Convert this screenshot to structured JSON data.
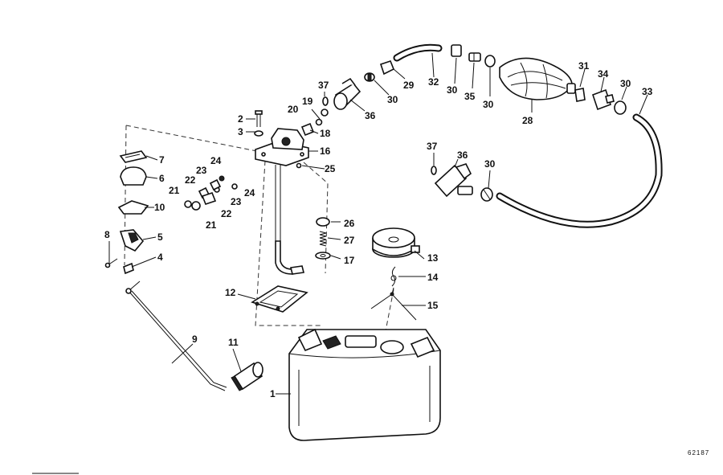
{
  "diagram": {
    "reference_number": "62187",
    "labels": {
      "l1": "1",
      "l2": "2",
      "l3": "3",
      "l4": "4",
      "l5": "5",
      "l6": "6",
      "l7": "7",
      "l8": "8",
      "l9": "9",
      "l10": "10",
      "l11": "11",
      "l12": "12",
      "l13": "13",
      "l14": "14",
      "l15": "15",
      "l16": "16",
      "l17": "17",
      "l18": "18",
      "l19": "19",
      "l20": "20",
      "l21a": "21",
      "l21b": "21",
      "l22a": "22",
      "l22b": "22",
      "l23a": "23",
      "l23b": "23",
      "l24a": "24",
      "l24b": "24",
      "l25": "25",
      "l26": "26",
      "l27": "27",
      "l28": "28",
      "l29": "29",
      "l30a": "30",
      "l30b": "30",
      "l30c": "30",
      "l30d": "30",
      "l30e": "30",
      "l31": "31",
      "l32": "32",
      "l33": "33",
      "l34": "34",
      "l35": "35",
      "l36a": "36",
      "l36b": "36",
      "l37a": "37",
      "l37b": "37"
    }
  }
}
